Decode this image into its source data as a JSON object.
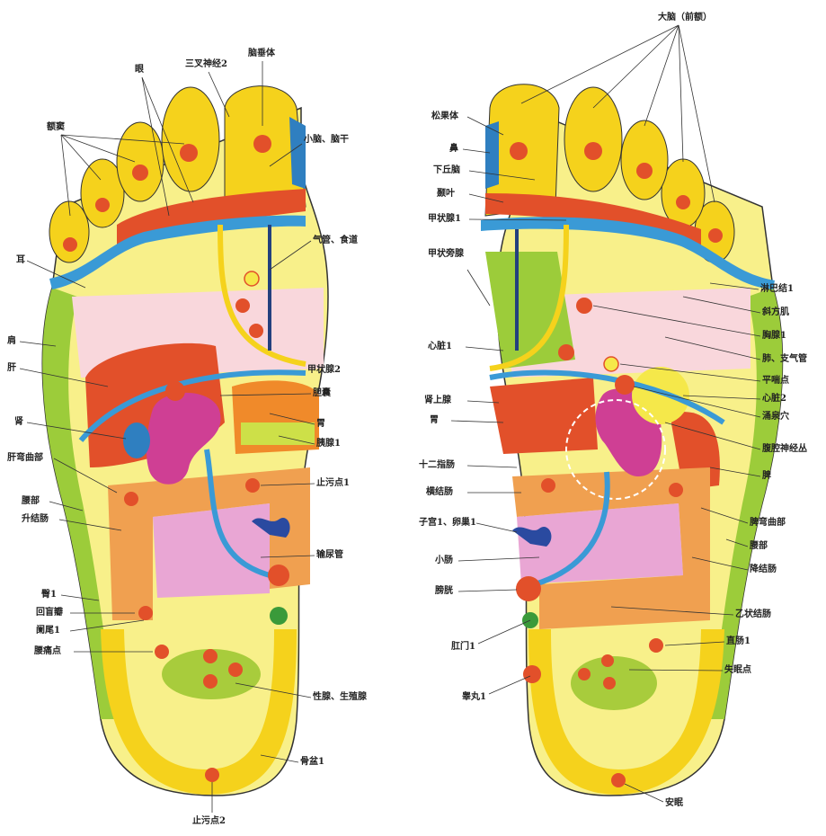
{
  "left_foot": {
    "labels": {
      "sinus": "额窦",
      "eye": "眼",
      "trigeminal": "三叉神经2",
      "pituitary": "脑垂体",
      "cerebellum": "小脑、脑干",
      "ear": "耳",
      "esophagus": "气管、食道",
      "shoulder": "肩",
      "liver": "肝",
      "thyroid": "甲状腺2",
      "gallbladder": "胆囊",
      "stomach": "胃",
      "pancreas": "胰腺1",
      "hepatic_flexure": "肝弯曲部",
      "waist": "腰部",
      "ascending_colon": "升结肠",
      "kidney": "肾",
      "urinary_tube": "输尿管",
      "small_intestine": "止污点1",
      "hip": "臀1",
      "ileocecal": "回盲瓣",
      "appendix": "阑尾1",
      "lumbar": "腰痛点",
      "gonad": "性腺、生殖腺",
      "heel": "骨盆1",
      "stop_point": "止污点2"
    }
  },
  "right_foot": {
    "labels": {
      "brain": "大脑（前额）",
      "pineal": "松果体",
      "nose": "鼻",
      "hypothalamus": "下丘脑",
      "temple": "颞叶",
      "thyroid1": "甲状腺1",
      "parathyroid": "甲状旁腺",
      "heart": "心脏1",
      "adrenal": "肾上腺",
      "stomach": "胃",
      "duodenum": "十二指肠",
      "transverse_colon": "横结肠",
      "uterus": "子宫1、卵巢1",
      "small_intestine": "小肠",
      "bladder": "膀胱",
      "anus": "肛门1",
      "testis": "睾丸1",
      "lymph": "淋巴结1",
      "trapezius": "斜方肌",
      "chest": "胸腺1",
      "lung": "肺、支气管",
      "breath": "平喘点",
      "heart2": "心脏2",
      "yongquan": "涌泉穴",
      "solar": "腹腔神经丛",
      "spleen": "脾",
      "splenic_flexure": "脾弯曲部",
      "waist": "腰部",
      "descending_colon": "降结肠",
      "sigmoid": "乙状结肠",
      "rectum": "直肠1",
      "insomnia": "失眠点",
      "sleep": "安眠"
    }
  }
}
